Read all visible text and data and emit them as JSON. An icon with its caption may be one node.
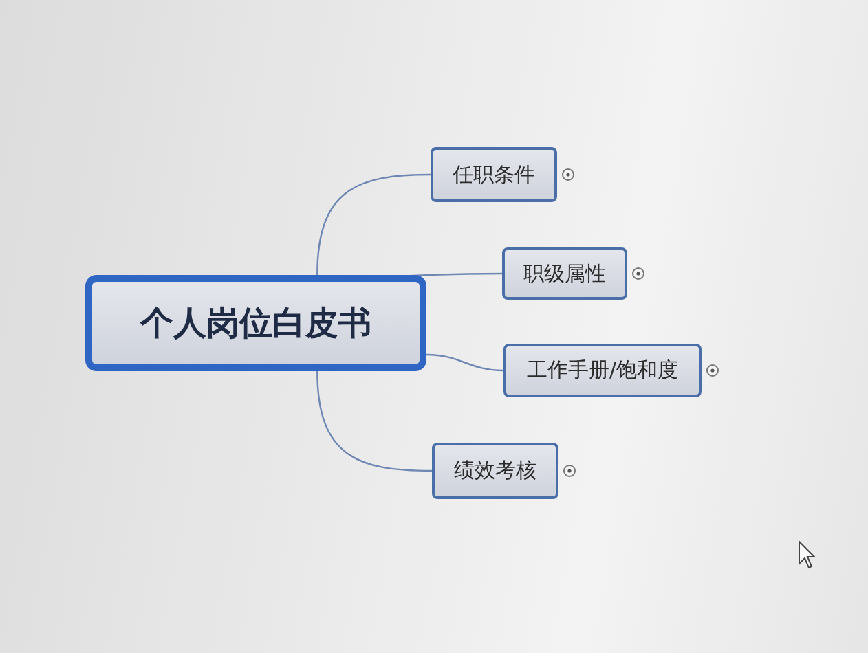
{
  "diagram": {
    "nodes": [
      {
        "text": [
          "个人岗位白皮书"
        ]
      },
      {
        "text": [
          "任职条件"
        ]
      },
      {
        "text": [
          "职级属性"
        ]
      },
      {
        "text": [
          "工作手册/饱和度"
        ]
      },
      {
        "text": [
          "绩效考核"
        ]
      }
    ],
    "edges": [
      {
        "from": 0,
        "to": 1,
        "arrow": "none"
      },
      {
        "from": 0,
        "to": 2,
        "arrow": "none"
      },
      {
        "from": 0,
        "to": 3,
        "arrow": "none"
      },
      {
        "from": 0,
        "to": 4,
        "arrow": "none"
      }
    ]
  }
}
